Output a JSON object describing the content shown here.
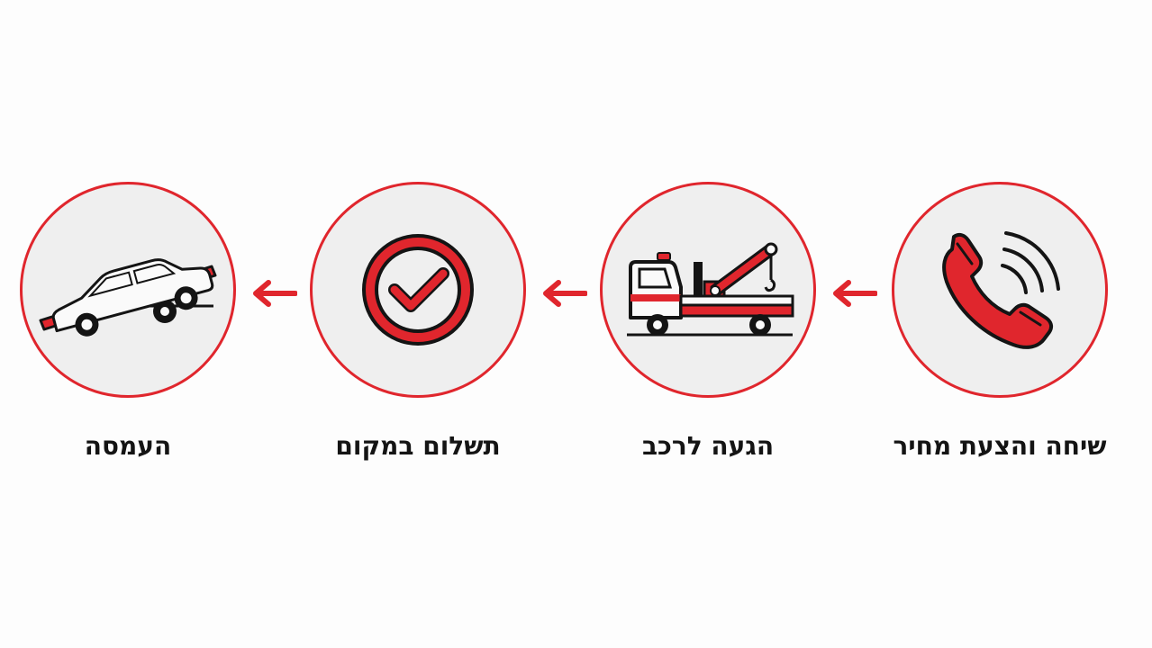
{
  "colors": {
    "accent": "#e0262d",
    "circle_fill": "#efefef",
    "ink": "#141414"
  },
  "steps": [
    {
      "label": "שיחה והצעת מחיר",
      "icon": "phone-call-icon"
    },
    {
      "label": "הגעה לרכב",
      "icon": "tow-truck-icon"
    },
    {
      "label": "תשלום במקום",
      "icon": "checkmark-icon"
    },
    {
      "label": "העמסה",
      "icon": "car-loading-icon"
    }
  ],
  "arrows": [
    {
      "icon": "arrow-left-icon"
    },
    {
      "icon": "arrow-left-icon"
    },
    {
      "icon": "arrow-left-icon"
    }
  ]
}
